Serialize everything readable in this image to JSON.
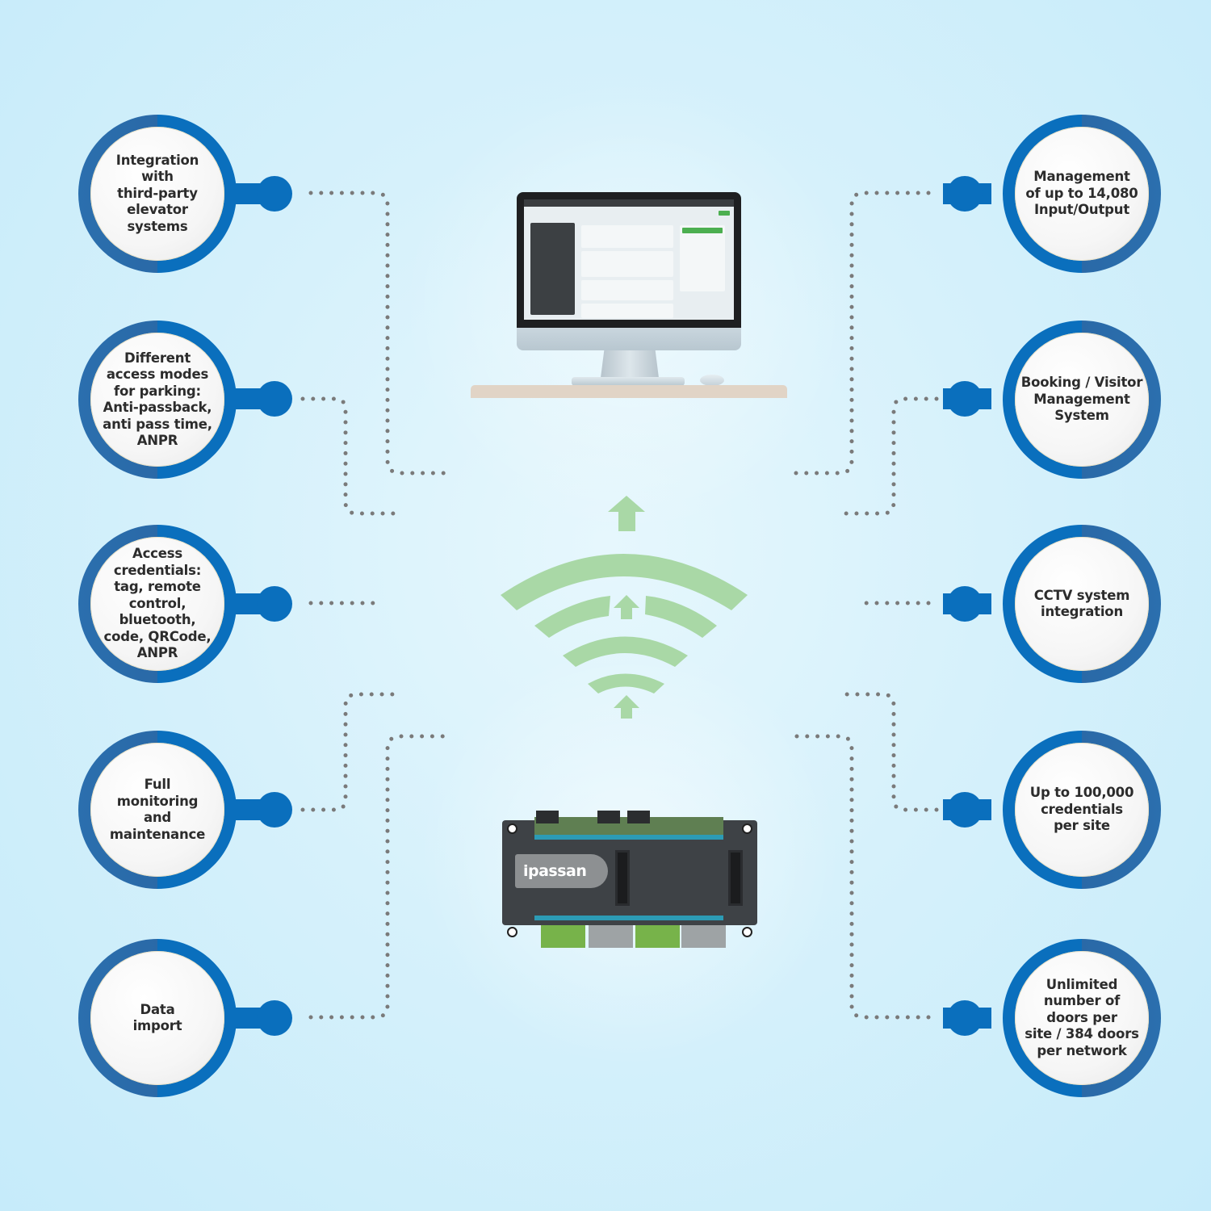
{
  "diagram": {
    "center": {
      "top_device": "management-software-computer",
      "link": "wireless-upload",
      "bottom_device": "access-control-controller",
      "controller_brand": "ipassan"
    },
    "colors": {
      "circle_ring": "#0a6fbd",
      "circle_ring_dark": "#2a69a7",
      "circle_fill": "#f5f5f5",
      "text": "#2c2c2c",
      "connector_dots": "#7a7a7a",
      "wifi_green": "#a9d8a6",
      "background": "#d6f1fb"
    },
    "left_features": [
      {
        "label": "Integration\nwith\nthird-party\nelevator\nsystems"
      },
      {
        "label": "Different\naccess modes\nfor parking:\nAnti-passback,\nanti pass time,\nANPR"
      },
      {
        "label": "Access\ncredentials:\ntag, remote\ncontrol, bluetooth,\ncode, QRCode,\nANPR"
      },
      {
        "label": "Full\nmonitoring\nand\nmaintenance"
      },
      {
        "label": "Data\nimport"
      }
    ],
    "right_features": [
      {
        "label": "Management\nof up to 14,080\nInput/Output"
      },
      {
        "label": "Booking / Visitor\nManagement\nSystem"
      },
      {
        "label": "CCTV system\nintegration"
      },
      {
        "label": "Up to 100,000\ncredentials\nper site"
      },
      {
        "label": "Unlimited\nnumber of\ndoors per\nsite / 384 doors\nper network"
      }
    ]
  }
}
